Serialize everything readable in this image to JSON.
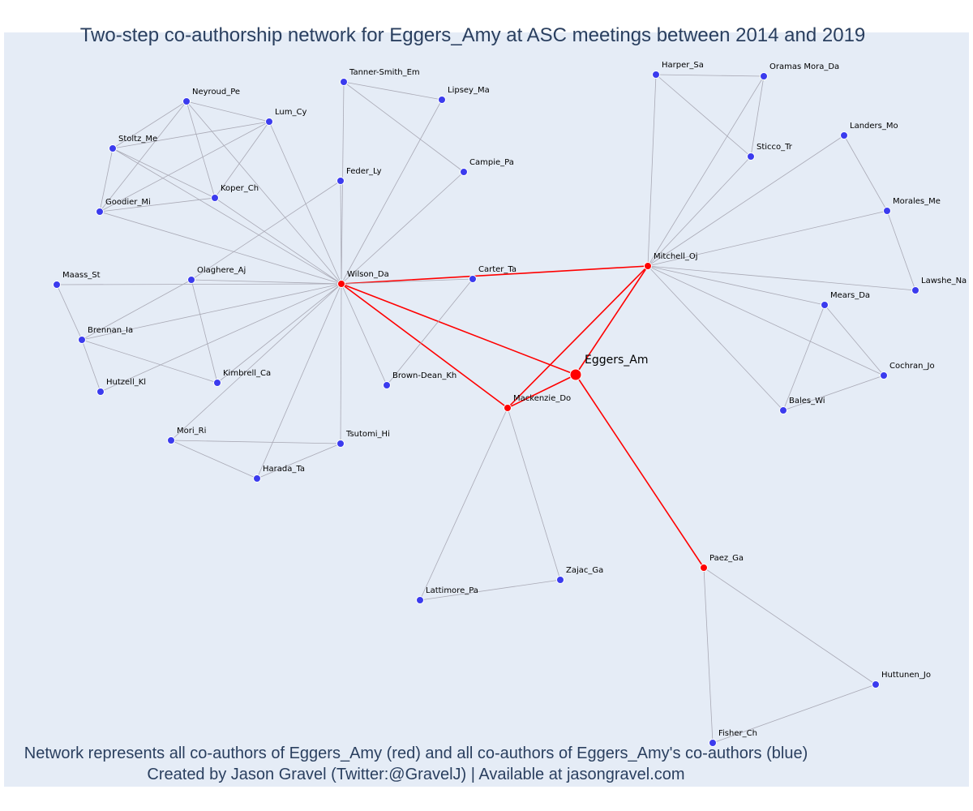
{
  "title": "Two-step co-authorship network for Eggers_Amy at ASC meetings between 2014 and 2019",
  "footer": {
    "line1": "Network represents all co-authors of Eggers_Amy (red) and all co-authors of Eggers_Amy's co-authors (blue)",
    "line2": "Created by Jason Gravel (Twitter:@GravelJ) | Available at jasongravel.com"
  },
  "colors": {
    "background": "#e5ecf6",
    "first_degree": "#ff0000",
    "second_degree": "#3b3bee",
    "edge_grey": "#a9a9b5",
    "edge_red": "#ff0000",
    "text": "#2a3f5f"
  },
  "nodes": [
    {
      "id": "Eggers_Am",
      "label": "Eggers_Am",
      "group": "focal"
    },
    {
      "id": "Wilson_Da",
      "label": "Wilson_Da",
      "group": "red"
    },
    {
      "id": "Mitchell_Oj",
      "label": "Mitchell_Oj",
      "group": "red"
    },
    {
      "id": "Mackenzie_Do",
      "label": "Mackenzie_Do",
      "group": "red"
    },
    {
      "id": "Paez_Ga",
      "label": "Paez_Ga",
      "group": "red"
    },
    {
      "id": "Carter_Ta",
      "label": "Carter_Ta",
      "group": "blue"
    },
    {
      "id": "Tanner-Smith_Em",
      "label": "Tanner-Smith_Em",
      "group": "blue"
    },
    {
      "id": "Lipsey_Ma",
      "label": "Lipsey_Ma",
      "group": "blue"
    },
    {
      "id": "Campie_Pa",
      "label": "Campie_Pa",
      "group": "blue"
    },
    {
      "id": "Feder_Ly",
      "label": "Feder_Ly",
      "group": "blue"
    },
    {
      "id": "Neyroud_Pe",
      "label": "Neyroud_Pe",
      "group": "blue"
    },
    {
      "id": "Lum_Cy",
      "label": "Lum_Cy",
      "group": "blue"
    },
    {
      "id": "Stoltz_Me",
      "label": "Stoltz_Me",
      "group": "blue"
    },
    {
      "id": "Koper_Ch",
      "label": "Koper_Ch",
      "group": "blue"
    },
    {
      "id": "Goodier_Mi",
      "label": "Goodier_Mi",
      "group": "blue"
    },
    {
      "id": "Maass_St",
      "label": "Maass_St",
      "group": "blue"
    },
    {
      "id": "Olaghere_Aj",
      "label": "Olaghere_Aj",
      "group": "blue"
    },
    {
      "id": "Brennan_Ia",
      "label": "Brennan_Ia",
      "group": "blue"
    },
    {
      "id": "Hutzell_Kl",
      "label": "Hutzell_Kl",
      "group": "blue"
    },
    {
      "id": "Kimbrell_Ca",
      "label": "Kimbrell_Ca",
      "group": "blue"
    },
    {
      "id": "Brown-Dean_Kh",
      "label": "Brown-Dean_Kh",
      "group": "blue"
    },
    {
      "id": "Mori_Ri",
      "label": "Mori_Ri",
      "group": "blue"
    },
    {
      "id": "Tsutomi_Hi",
      "label": "Tsutomi_Hi",
      "group": "blue"
    },
    {
      "id": "Harada_Ta",
      "label": "Harada_Ta",
      "group": "blue"
    },
    {
      "id": "Harper_Sa",
      "label": "Harper_Sa",
      "group": "blue"
    },
    {
      "id": "Oramas Mora_Da",
      "label": "Oramas Mora_Da",
      "group": "blue"
    },
    {
      "id": "Sticco_Tr",
      "label": "Sticco_Tr",
      "group": "blue"
    },
    {
      "id": "Landers_Mo",
      "label": "Landers_Mo",
      "group": "blue"
    },
    {
      "id": "Morales_Me",
      "label": "Morales_Me",
      "group": "blue"
    },
    {
      "id": "Lawshe_Na",
      "label": "Lawshe_Na",
      "group": "blue"
    },
    {
      "id": "Mears_Da",
      "label": "Mears_Da",
      "group": "blue"
    },
    {
      "id": "Cochran_Jo",
      "label": "Cochran_Jo",
      "group": "blue"
    },
    {
      "id": "Bales_Wi",
      "label": "Bales_Wi",
      "group": "blue"
    },
    {
      "id": "Zajac_Ga",
      "label": "Zajac_Ga",
      "group": "blue"
    },
    {
      "id": "Lattimore_Pa",
      "label": "Lattimore_Pa",
      "group": "blue"
    },
    {
      "id": "Huttunen_Jo",
      "label": "Huttunen_Jo",
      "group": "blue"
    },
    {
      "id": "Fisher_Ch",
      "label": "Fisher_Ch",
      "group": "blue"
    }
  ],
  "edges": [
    {
      "source": "Eggers_Am",
      "target": "Wilson_Da"
    },
    {
      "source": "Eggers_Am",
      "target": "Mitchell_Oj"
    },
    {
      "source": "Eggers_Am",
      "target": "Mackenzie_Do"
    },
    {
      "source": "Eggers_Am",
      "target": "Paez_Ga"
    },
    {
      "source": "Wilson_Da",
      "target": "Mitchell_Oj"
    },
    {
      "source": "Wilson_Da",
      "target": "Mackenzie_Do"
    },
    {
      "source": "Mitchell_Oj",
      "target": "Mackenzie_Do"
    },
    {
      "source": "Wilson_Da",
      "target": "Tanner-Smith_Em"
    },
    {
      "source": "Wilson_Da",
      "target": "Lipsey_Ma"
    },
    {
      "source": "Wilson_Da",
      "target": "Campie_Pa"
    },
    {
      "source": "Wilson_Da",
      "target": "Feder_Ly"
    },
    {
      "source": "Wilson_Da",
      "target": "Neyroud_Pe"
    },
    {
      "source": "Wilson_Da",
      "target": "Lum_Cy"
    },
    {
      "source": "Wilson_Da",
      "target": "Stoltz_Me"
    },
    {
      "source": "Wilson_Da",
      "target": "Koper_Ch"
    },
    {
      "source": "Wilson_Da",
      "target": "Goodier_Mi"
    },
    {
      "source": "Wilson_Da",
      "target": "Maass_St"
    },
    {
      "source": "Wilson_Da",
      "target": "Olaghere_Aj"
    },
    {
      "source": "Wilson_Da",
      "target": "Brennan_Ia"
    },
    {
      "source": "Wilson_Da",
      "target": "Hutzell_Kl"
    },
    {
      "source": "Wilson_Da",
      "target": "Kimbrell_Ca"
    },
    {
      "source": "Wilson_Da",
      "target": "Brown-Dean_Kh"
    },
    {
      "source": "Wilson_Da",
      "target": "Mori_Ri"
    },
    {
      "source": "Wilson_Da",
      "target": "Tsutomi_Hi"
    },
    {
      "source": "Wilson_Da",
      "target": "Harada_Ta"
    },
    {
      "source": "Wilson_Da",
      "target": "Carter_Ta"
    },
    {
      "source": "Tanner-Smith_Em",
      "target": "Lipsey_Ma"
    },
    {
      "source": "Tanner-Smith_Em",
      "target": "Campie_Pa"
    },
    {
      "source": "Feder_Ly",
      "target": "Olaghere_Aj"
    },
    {
      "source": "Neyroud_Pe",
      "target": "Lum_Cy"
    },
    {
      "source": "Neyroud_Pe",
      "target": "Stoltz_Me"
    },
    {
      "source": "Neyroud_Pe",
      "target": "Koper_Ch"
    },
    {
      "source": "Neyroud_Pe",
      "target": "Goodier_Mi"
    },
    {
      "source": "Lum_Cy",
      "target": "Stoltz_Me"
    },
    {
      "source": "Lum_Cy",
      "target": "Koper_Ch"
    },
    {
      "source": "Lum_Cy",
      "target": "Goodier_Mi"
    },
    {
      "source": "Stoltz_Me",
      "target": "Koper_Ch"
    },
    {
      "source": "Stoltz_Me",
      "target": "Goodier_Mi"
    },
    {
      "source": "Koper_Ch",
      "target": "Goodier_Mi"
    },
    {
      "source": "Maass_St",
      "target": "Brennan_Ia"
    },
    {
      "source": "Olaghere_Aj",
      "target": "Brennan_Ia"
    },
    {
      "source": "Olaghere_Aj",
      "target": "Kimbrell_Ca"
    },
    {
      "source": "Brennan_Ia",
      "target": "Hutzell_Kl"
    },
    {
      "source": "Brennan_Ia",
      "target": "Kimbrell_Ca"
    },
    {
      "source": "Carter_Ta",
      "target": "Brown-Dean_Kh"
    },
    {
      "source": "Mori_Ri",
      "target": "Tsutomi_Hi"
    },
    {
      "source": "Mori_Ri",
      "target": "Harada_Ta"
    },
    {
      "source": "Tsutomi_Hi",
      "target": "Harada_Ta"
    },
    {
      "source": "Mitchell_Oj",
      "target": "Harper_Sa"
    },
    {
      "source": "Mitchell_Oj",
      "target": "Oramas Mora_Da"
    },
    {
      "source": "Mitchell_Oj",
      "target": "Sticco_Tr"
    },
    {
      "source": "Mitchell_Oj",
      "target": "Landers_Mo"
    },
    {
      "source": "Mitchell_Oj",
      "target": "Morales_Me"
    },
    {
      "source": "Mitchell_Oj",
      "target": "Lawshe_Na"
    },
    {
      "source": "Mitchell_Oj",
      "target": "Mears_Da"
    },
    {
      "source": "Mitchell_Oj",
      "target": "Cochran_Jo"
    },
    {
      "source": "Mitchell_Oj",
      "target": "Bales_Wi"
    },
    {
      "source": "Harper_Sa",
      "target": "Oramas Mora_Da"
    },
    {
      "source": "Harper_Sa",
      "target": "Sticco_Tr"
    },
    {
      "source": "Oramas Mora_Da",
      "target": "Sticco_Tr"
    },
    {
      "source": "Landers_Mo",
      "target": "Morales_Me"
    },
    {
      "source": "Morales_Me",
      "target": "Lawshe_Na"
    },
    {
      "source": "Mears_Da",
      "target": "Cochran_Jo"
    },
    {
      "source": "Mears_Da",
      "target": "Bales_Wi"
    },
    {
      "source": "Cochran_Jo",
      "target": "Bales_Wi"
    },
    {
      "source": "Mackenzie_Do",
      "target": "Zajac_Ga"
    },
    {
      "source": "Mackenzie_Do",
      "target": "Lattimore_Pa"
    },
    {
      "source": "Zajac_Ga",
      "target": "Lattimore_Pa"
    },
    {
      "source": "Paez_Ga",
      "target": "Huttunen_Jo"
    },
    {
      "source": "Paez_Ga",
      "target": "Fisher_Ch"
    },
    {
      "source": "Huttunen_Jo",
      "target": "Fisher_Ch"
    }
  ]
}
